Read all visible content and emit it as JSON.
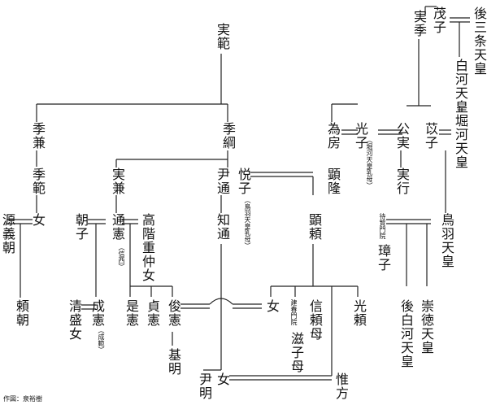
{
  "credit": "作図：泉裕樹",
  "people": {
    "shigeko": "茂子",
    "go_sanjo": "後三条天皇",
    "sanesue": "実季",
    "shirakawa": "白河天皇",
    "sanenori": "実範",
    "suekane_a": "季兼",
    "suetsuna": "季綱",
    "tamefusa": "為房",
    "mitsuko": "光子",
    "kinzane": "公実",
    "ishi": "苡子",
    "horikawa": "堀河天皇",
    "suenori": "季範",
    "sanekane": "実兼",
    "tadamichi_a": "尹通",
    "etsuko": "悦子",
    "akitaka": "顕隆",
    "saneyuki": "実行",
    "minamoto_yoritomo": "源義朝",
    "onna_a": "女",
    "tomoko": "朝子",
    "michinori": "通憲",
    "takashina_shigeko": "高階重仲女",
    "tomomichi": "知通",
    "akiyori": "顕頼",
    "taikenmonin_shoshi": "璋子",
    "toba": "鳥羽天皇",
    "yoritomo": "頼朝",
    "kiyomori_jo": "清盛女",
    "shigenori": "成憲",
    "korenori": "是憲",
    "sadanori": "貞憲",
    "toshinori": "俊憲",
    "onna_b": "女",
    "kenshunmonin_shigeko": "滋子母",
    "nobuyori_haha": "信頼母",
    "mitsuyori": "光頼",
    "go_shirakawa": "後白河天皇",
    "sutoku": "崇徳天皇",
    "motoakira": "基明",
    "tadaakira": "尹明",
    "onna_c": "女",
    "koretaka": "惟方"
  },
  "notes": {
    "mitsuko_note": "（堀河天皇乳母）",
    "etsuko_note": "（鳥羽天皇乳母）",
    "michinori_note": "（信西）",
    "shigenori_note": "（成範）",
    "shoshi_note": "待賢門院",
    "shigeko_note": "建春門院"
  }
}
